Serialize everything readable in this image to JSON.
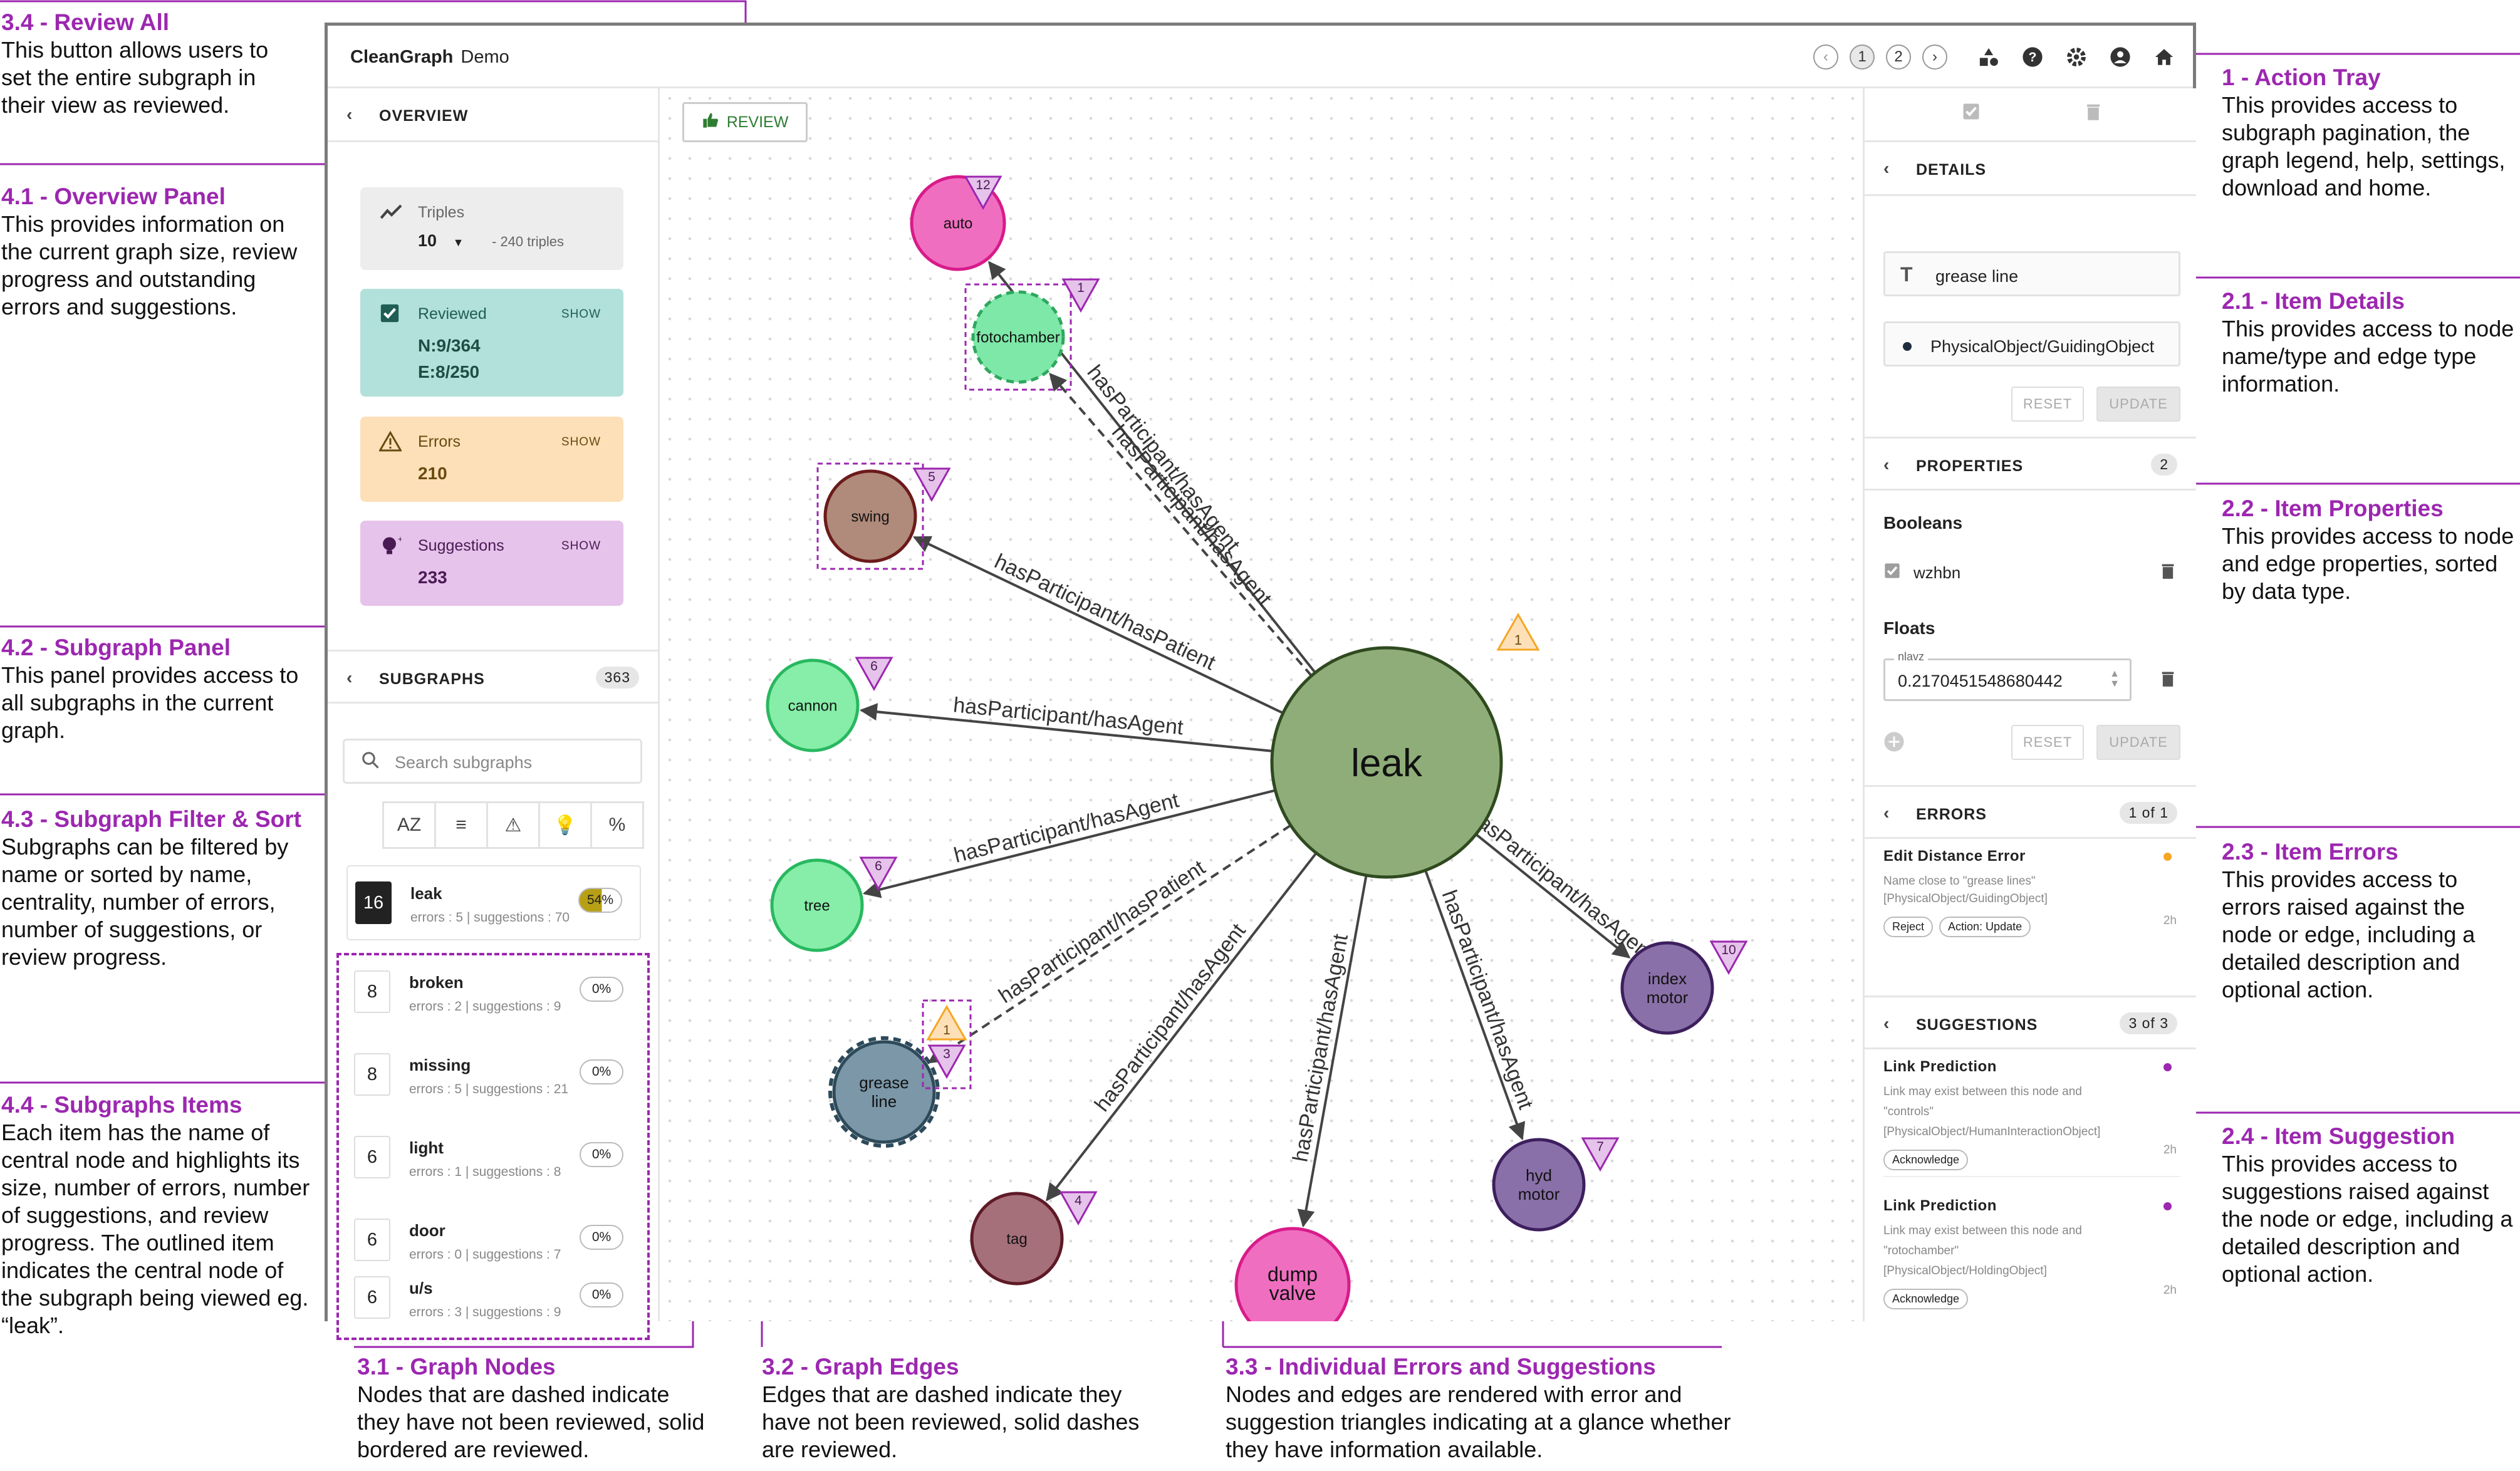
{
  "app": {
    "brand": "CleanGraph",
    "mode": "Demo"
  },
  "tray": {
    "prev": "‹",
    "pages": [
      "1",
      "2"
    ],
    "next": "›"
  },
  "review_button": {
    "label": "REVIEW"
  },
  "overview": {
    "header": "OVERVIEW",
    "triples_label": "Triples",
    "triples_value": "10",
    "triples_total": "- 240 triples",
    "reviewed_label": "Reviewed",
    "reviewed_nodes": "N:9/364",
    "reviewed_edges": "E:8/250",
    "errors_label": "Errors",
    "errors_value": "210",
    "suggestions_label": "Suggestions",
    "suggestions_value": "233",
    "show_label": "SHOW"
  },
  "subgraphs": {
    "header": "SUBGRAPHS",
    "count": "363",
    "search_placeholder": "Search subgraphs",
    "filters": [
      "AZ",
      "≡",
      "⚠",
      "💡",
      "%"
    ],
    "items": [
      {
        "size": "16",
        "name": "leak",
        "meta": "errors : 5 | suggestions : 70",
        "progress": "54%",
        "progress_value": 54
      },
      {
        "size": "8",
        "name": "broken",
        "meta": "errors : 2 | suggestions : 9",
        "progress": "0%",
        "progress_value": 0
      },
      {
        "size": "8",
        "name": "missing",
        "meta": "errors : 5 | suggestions : 21",
        "progress": "0%",
        "progress_value": 0
      },
      {
        "size": "6",
        "name": "light",
        "meta": "errors : 1 | suggestions : 8",
        "progress": "0%",
        "progress_value": 0
      },
      {
        "size": "6",
        "name": "door",
        "meta": "errors : 0 | suggestions : 7",
        "progress": "0%",
        "progress_value": 0
      },
      {
        "size": "6",
        "name": "u/s",
        "meta": "errors : 3 | suggestions : 9",
        "progress": "0%",
        "progress_value": 0
      }
    ]
  },
  "graph": {
    "center": {
      "label": "leak",
      "warn_count": "1"
    },
    "nodes": [
      {
        "id": "auto",
        "lines": [
          "auto"
        ],
        "tri": "12",
        "color": "#f06ec0",
        "border": "#d81b8a"
      },
      {
        "id": "fotochamber",
        "lines": [
          "fotochamber"
        ],
        "tri": "1",
        "color": "#7ee8a8",
        "border": "#2ea85e"
      },
      {
        "id": "swing",
        "lines": [
          "swing"
        ],
        "tri": "5",
        "color": "#b08a7a",
        "border": "#6b1a1a"
      },
      {
        "id": "cannon",
        "lines": [
          "cannon"
        ],
        "tri": "6",
        "color": "#86eea8",
        "border": "#28b860"
      },
      {
        "id": "tree",
        "lines": [
          "tree"
        ],
        "tri": "6",
        "color": "#86eea8",
        "border": "#28b860"
      },
      {
        "id": "grease-line",
        "lines": [
          "grease",
          "line"
        ],
        "tri": "3",
        "warn": "1",
        "color": "#7b97a8",
        "border": "#2d4a5a"
      },
      {
        "id": "tag",
        "lines": [
          "tag"
        ],
        "tri": "4",
        "color": "#a6707a",
        "border": "#5e1a26"
      },
      {
        "id": "dump-valve",
        "lines": [
          "dump",
          "valve"
        ],
        "tri": "",
        "color": "#f06ec0",
        "border": "#d81b8a"
      },
      {
        "id": "hyd-motor",
        "lines": [
          "hyd",
          "motor"
        ],
        "tri": "7",
        "color": "#8a70a8",
        "border": "#3d1f5e"
      },
      {
        "id": "index-motor",
        "lines": [
          "index",
          "motor"
        ],
        "tri": "10",
        "color": "#8a70a8",
        "border": "#3d1f5e"
      }
    ],
    "edges": [
      {
        "to": "auto",
        "label": "hasParticipant/hasAgent"
      },
      {
        "to": "fotochamber",
        "label": "hasParticipant/hasAgent"
      },
      {
        "to": "swing",
        "label": "hasParticipant/hasPatient"
      },
      {
        "to": "cannon",
        "label": "hasParticipant/hasAgent"
      },
      {
        "to": "tree",
        "label": "hasParticipant/hasAgent"
      },
      {
        "to": "grease-line",
        "label": "hasParticipant/hasPatient"
      },
      {
        "to": "tag",
        "label": "hasParticipant/hasAgent"
      },
      {
        "to": "dump-valve",
        "label": "hasParticipant/hasAgent"
      },
      {
        "to": "hyd-motor",
        "label": "hasParticipant/hasAgent"
      },
      {
        "to": "index-motor",
        "label": "hasParticipant/hasAgent"
      }
    ]
  },
  "details": {
    "header": "DETAILS",
    "name": "grease line",
    "type": "PhysicalObject/GuidingObject",
    "reset": "RESET",
    "update": "UPDATE"
  },
  "properties": {
    "header": "PROPERTIES",
    "count": "2",
    "booleans_label": "Booleans",
    "bool_name": "wzhbn",
    "floats_label": "Floats",
    "float_name": "nlavz",
    "float_value": "0.2170451548680442",
    "reset": "RESET",
    "update": "UPDATE"
  },
  "errors": {
    "header": "ERRORS",
    "count": "1 of 1",
    "title": "Edit Distance Error",
    "desc1": "Name close to \"grease lines\"",
    "desc2": "[PhysicalObject/GuidingObject]",
    "actions": [
      "Reject",
      "Action: Update"
    ],
    "age": "2h"
  },
  "suggestions": {
    "header": "SUGGESTIONS",
    "count": "3 of 3",
    "items": [
      {
        "title": "Link Prediction",
        "d1": "Link may exist between this node and",
        "d2": "\"controls\"",
        "d3": "[PhysicalObject/HumanInteractionObject]",
        "action": "Acknowledge",
        "age": "2h"
      },
      {
        "title": "Link Prediction",
        "d1": "Link may exist between this node and",
        "d2": "\"rotochamber\"",
        "d3": "[PhysicalObject/HoldingObject]",
        "action": "Acknowledge",
        "age": "2h"
      }
    ]
  },
  "annotations": {
    "review_all": {
      "title": "3.4 - Review All",
      "text": "This button allows users to set the entire subgraph in their view as reviewed."
    },
    "overview": {
      "title": "4.1 - Overview Panel",
      "text": "This provides information on the current graph size, review progress and outstanding errors and suggestions."
    },
    "subgraph_panel": {
      "title": "4.2 - Subgraph Panel",
      "text": "This panel provides access to all subgraphs in the current graph."
    },
    "filter_sort": {
      "title": "4.3 - Subgraph Filter & Sort",
      "text": "Subgraphs can be filtered by name or sorted by name, centrality, number of errors, number of suggestions, or review progress."
    },
    "items": {
      "title": "4.4 - Subgraphs Items",
      "text": "Each item has the name of central node and highlights its size, number of errors, number of suggestions, and review progress. The outlined item indicates the central node of the subgraph being viewed eg. “leak”."
    },
    "action_tray": {
      "title": "1 - Action Tray",
      "text": "This provides access to subgraph pagination, the graph legend, help, settings, download and home."
    },
    "item_details": {
      "title": "2.1 - Item Details",
      "text": "This provides access to node name/type and edge type information."
    },
    "item_properties": {
      "title": "2.2 - Item Properties",
      "text": "This provides access to node and edge properties, sorted by data type."
    },
    "item_errors": {
      "title": "2.3 - Item Errors",
      "text": "This provides access to errors raised against the node or edge, including a detailed description and optional action."
    },
    "item_suggestion": {
      "title": "2.4 - Item Suggestion",
      "text": "This provides access to suggestions raised against the node or edge, including a detailed description and optional action."
    },
    "graph_nodes": {
      "title": "3.1 - Graph Nodes",
      "text": "Nodes that are dashed indicate they have not been reviewed, solid bordered are reviewed."
    },
    "graph_edges": {
      "title": "3.2 - Graph Edges",
      "text": "Edges that are dashed indicate they have not been reviewed, solid dashes are reviewed."
    },
    "individual": {
      "title": "3.3 - Individual Errors and Suggestions",
      "text": "Nodes and edges are rendered with error and suggestion triangles indicating at a glance whether they have information available."
    }
  },
  "colors": {
    "accent": "#9c27b0",
    "reviewed_bg": "#b2e0db",
    "errors_bg": "#fde0b8",
    "suggestions_bg": "#e6c3ea",
    "center_node": "#8fad78"
  }
}
